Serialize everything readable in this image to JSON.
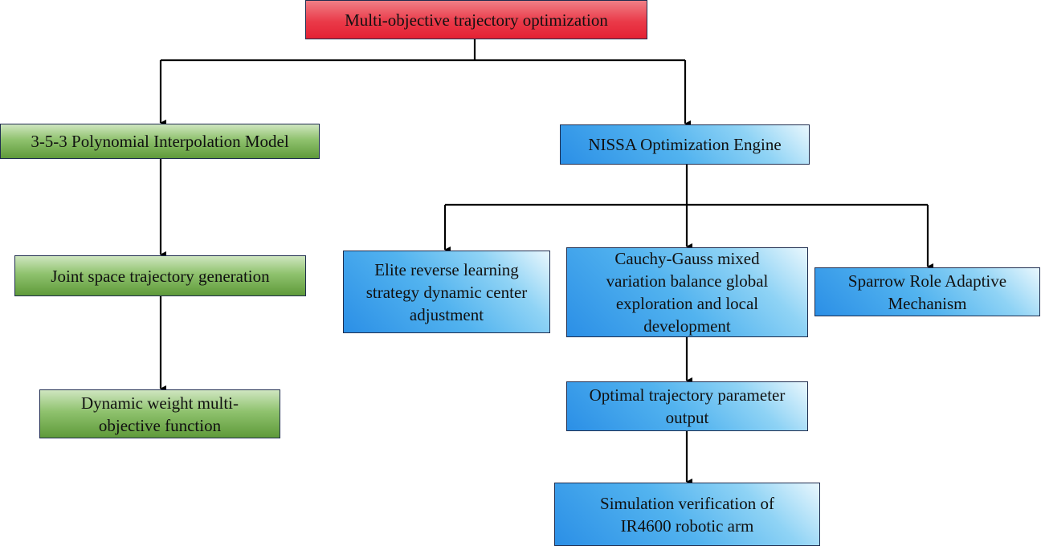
{
  "diagram": {
    "root": {
      "label": "Multi-objective trajectory optimization",
      "color": "#e42133"
    },
    "left_branch": {
      "color": "#5f9a3a",
      "nodes": [
        {
          "id": "poly",
          "label": "3-5-3 Polynomial Interpolation Model"
        },
        {
          "id": "joint",
          "label": "Joint space trajectory generation"
        },
        {
          "id": "dyn",
          "label": "Dynamic weight multi-objective function"
        }
      ]
    },
    "right_branch": {
      "color": "#2b8fe6",
      "engine": {
        "id": "nissa",
        "label": "NISSA Optimization Engine"
      },
      "strategies": [
        {
          "id": "elite",
          "label": "Elite reverse learning strategy dynamic center adjustment"
        },
        {
          "id": "cauchy",
          "label": "Cauchy-Gauss mixed variation balance global exploration and local development"
        },
        {
          "id": "sparrow",
          "label": "Sparrow Role Adaptive Mechanism"
        }
      ],
      "output": {
        "id": "opt",
        "label": "Optimal trajectory parameter output"
      },
      "verification": {
        "id": "sim",
        "label": "Simulation verification of IR4600 robotic arm"
      }
    },
    "edges": [
      {
        "from": "root",
        "to": "poly"
      },
      {
        "from": "root",
        "to": "nissa"
      },
      {
        "from": "poly",
        "to": "joint"
      },
      {
        "from": "joint",
        "to": "dyn"
      },
      {
        "from": "nissa",
        "to": "elite"
      },
      {
        "from": "nissa",
        "to": "cauchy"
      },
      {
        "from": "nissa",
        "to": "sparrow"
      },
      {
        "from": "cauchy",
        "to": "opt"
      },
      {
        "from": "opt",
        "to": "sim"
      }
    ]
  }
}
